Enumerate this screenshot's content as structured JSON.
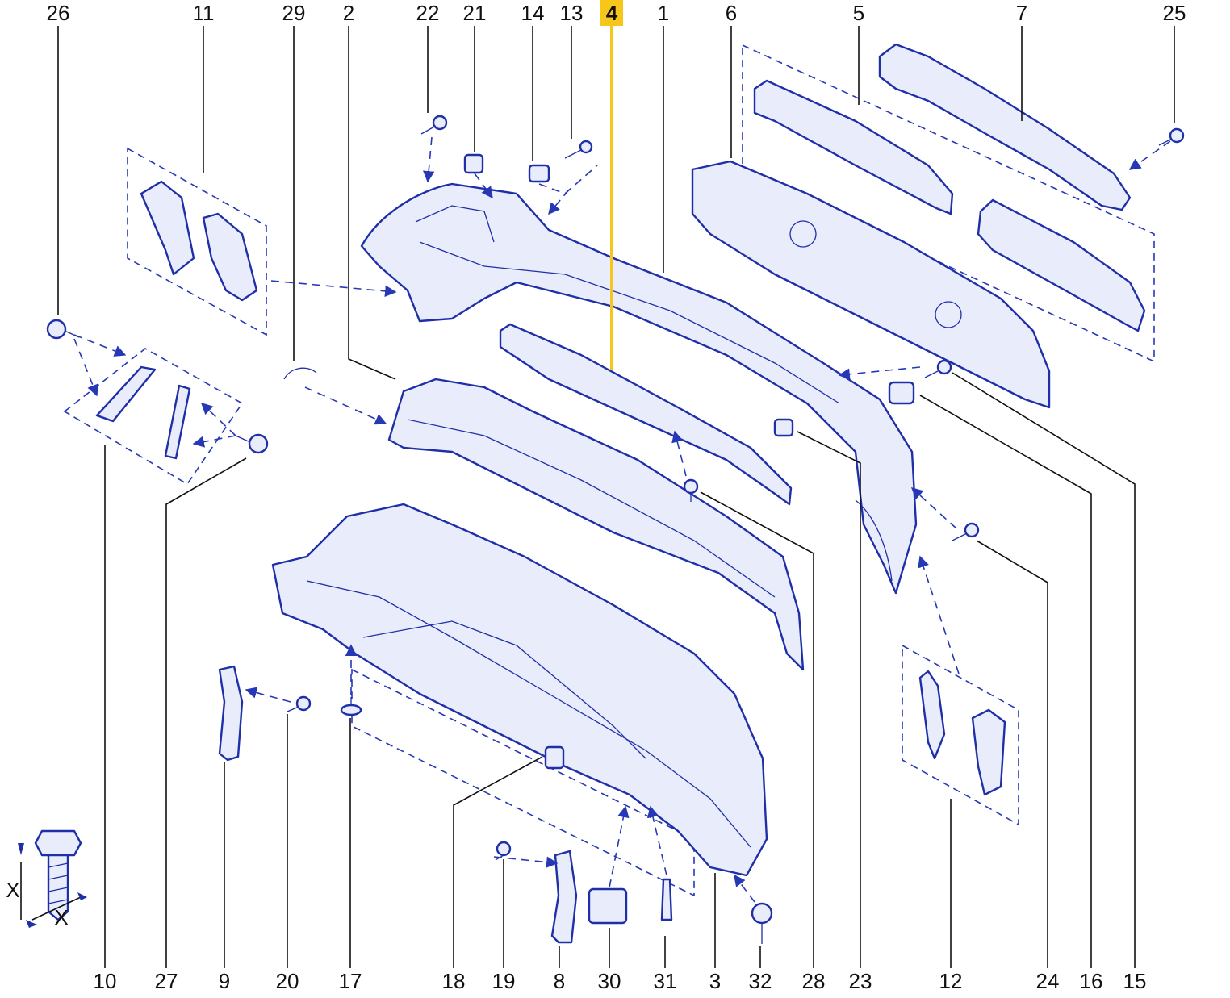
{
  "diagram": {
    "top_labels": [
      "26",
      "11",
      "29",
      "2",
      "22",
      "21",
      "14",
      "13",
      "4",
      "1",
      "6",
      "5",
      "7",
      "25"
    ],
    "bottom_labels": [
      "10",
      "27",
      "9",
      "20",
      "17",
      "18",
      "19",
      "8",
      "30",
      "31",
      "3",
      "32",
      "28",
      "23",
      "12",
      "24",
      "16",
      "15"
    ],
    "highlighted_label": "4",
    "legend_labels": [
      "X",
      "X"
    ],
    "colors": {
      "highlight": "#f6c61a",
      "part_stroke": "#1f2fa8",
      "part_fill": "#e9edfb",
      "leader": "#111111",
      "text": "#111111",
      "background": "#ffffff"
    }
  }
}
